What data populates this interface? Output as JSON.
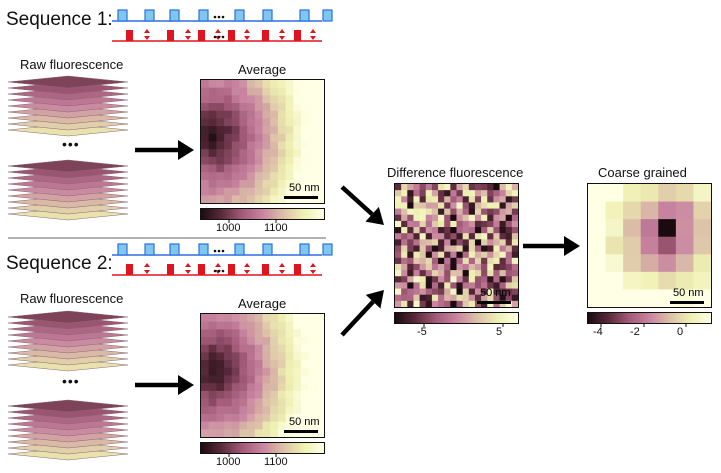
{
  "sequence_1": {
    "label": "Sequence 1:"
  },
  "sequence_2": {
    "label": "Sequence 2:"
  },
  "raw_label": "Raw fluorescence",
  "average_label": "Average",
  "difference_label": "Difference fluorescence",
  "coarse_label": "Coarse grained",
  "scale_bar": "50 nm",
  "ellipsis": "•••",
  "average_colorbar_ticks": [
    "1000",
    "1100"
  ],
  "difference_colorbar_ticks": [
    "-5",
    "5"
  ],
  "coarse_colorbar_ticks": [
    "-4",
    "-2",
    "0"
  ],
  "colors": {
    "pulse_blue": "#2f6fe0",
    "pulse_fill": "#7ec8f0",
    "pulse_red": "#e0141e",
    "cmap": [
      "#1a0b10",
      "#5a2a3a",
      "#a25a78",
      "#c884a0",
      "#dcc0a8",
      "#eef0b2",
      "#ffffe6"
    ]
  }
}
